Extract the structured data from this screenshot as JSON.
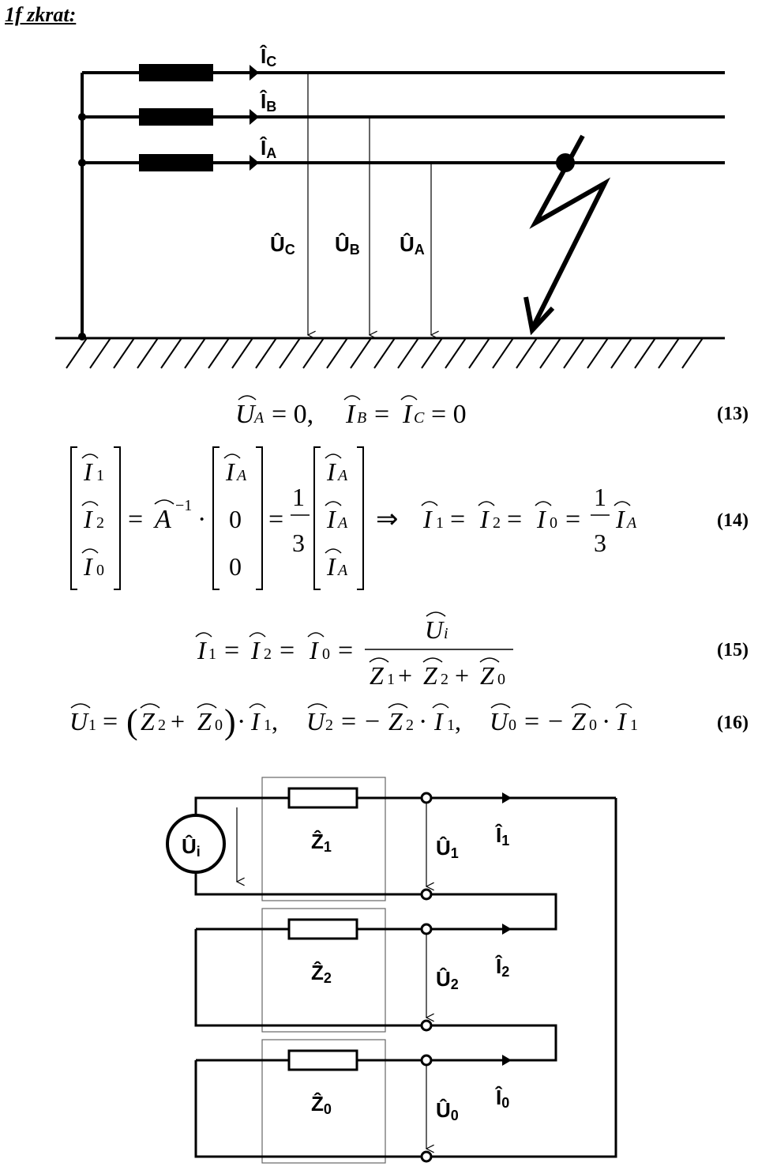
{
  "title": "1f zkrat:",
  "diagram1": {
    "currents": [
      {
        "symbol": "Î",
        "sub": "C"
      },
      {
        "symbol": "Î",
        "sub": "B"
      },
      {
        "symbol": "Î",
        "sub": "A"
      }
    ],
    "voltages": [
      {
        "symbol": "Û",
        "sub": "C"
      },
      {
        "symbol": "Û",
        "sub": "B"
      },
      {
        "symbol": "Û",
        "sub": "A"
      }
    ]
  },
  "equations": [
    {
      "number": "(13)"
    },
    {
      "number": "(14)"
    },
    {
      "number": "(15)"
    },
    {
      "number": "(16)"
    }
  ],
  "diagram2": {
    "source": {
      "symbol": "Û",
      "sub": "i"
    },
    "blocks": [
      {
        "z_sub": "1",
        "u_sub": "1",
        "i_sub": "1"
      },
      {
        "z_sub": "2",
        "u_sub": "2",
        "i_sub": "2"
      },
      {
        "z_sub": "0",
        "u_sub": "0",
        "i_sub": "0"
      }
    ],
    "z_symbol": "Ẑ"
  }
}
